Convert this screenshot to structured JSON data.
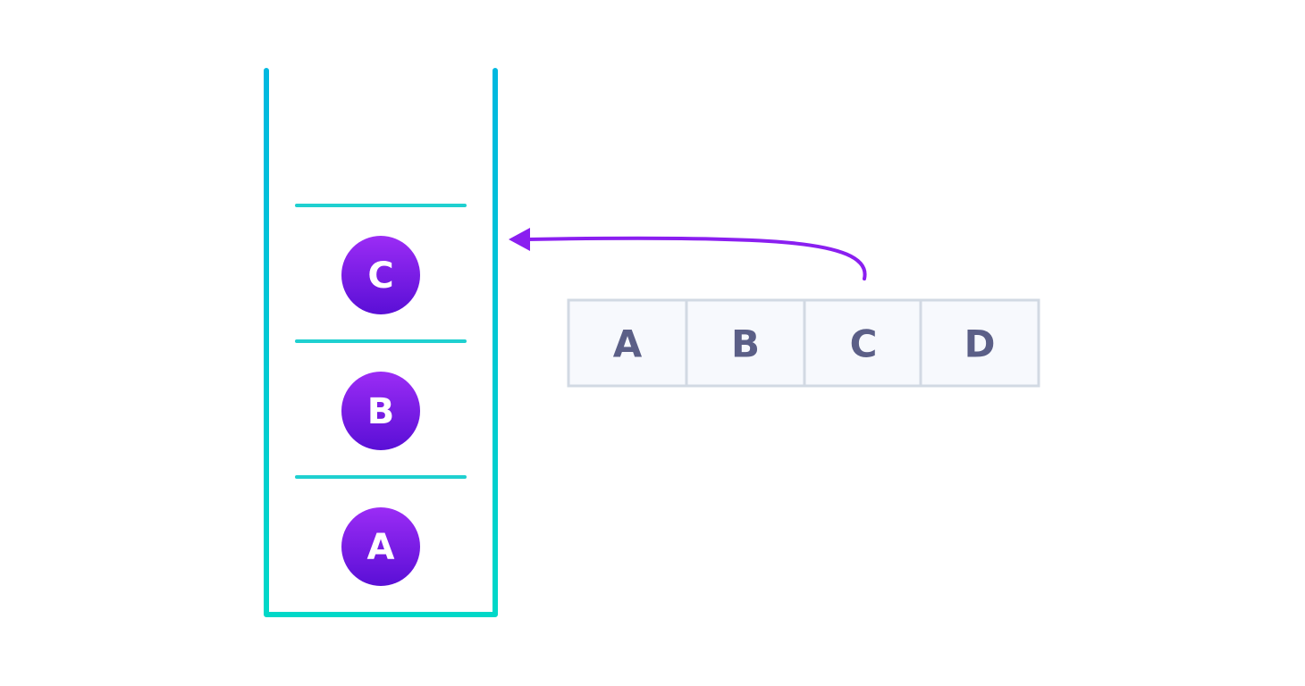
{
  "stack": {
    "items": [
      {
        "label": "C"
      },
      {
        "label": "B"
      },
      {
        "label": "A"
      }
    ]
  },
  "array": {
    "cells": [
      {
        "label": "A"
      },
      {
        "label": "B"
      },
      {
        "label": "C"
      },
      {
        "label": "D"
      }
    ]
  },
  "colors": {
    "stack_wall_top": "#00b8e0",
    "stack_wall_bottom": "#00d8c8",
    "divider": "#1fd0d0",
    "node_top": "#9b2cf5",
    "node_bottom": "#5a0fd6",
    "arrow": "#8a1ff0",
    "cell_fill": "#f7f9fd",
    "cell_border": "#d2d9e3",
    "cell_text": "#5b5f87"
  }
}
